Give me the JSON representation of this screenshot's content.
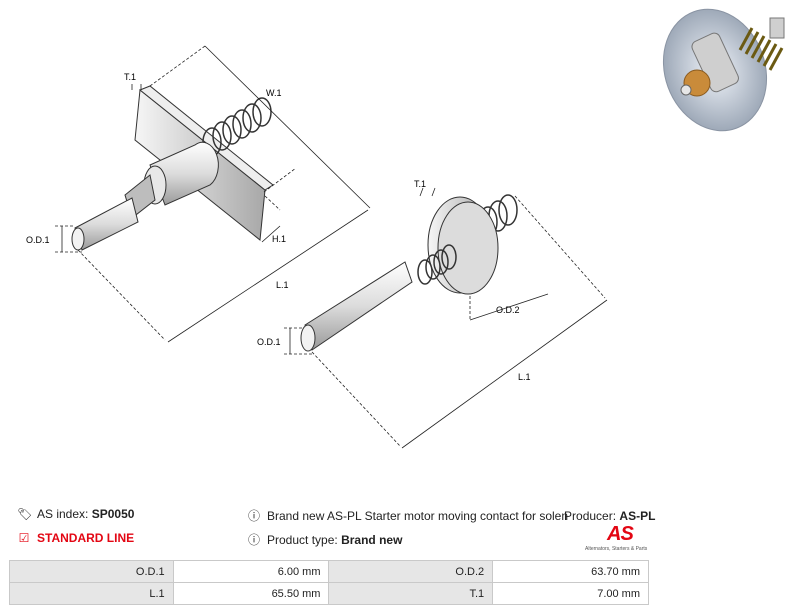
{
  "drawing": {
    "left_part": {
      "t1": "T.1",
      "w1": "W.1",
      "h1": "H.1",
      "od1": "O.D.1",
      "l1": "L.1"
    },
    "right_part": {
      "t1": "T.1",
      "od1": "O.D.1",
      "od2": "O.D.2",
      "l1": "L.1"
    }
  },
  "info": {
    "as_index_label": "AS index:",
    "as_index_value": "SP0050",
    "standard_line": "STANDARD LINE",
    "description": "Brand new AS-PL Starter motor moving contact for solen",
    "producer_label": "Producer:",
    "producer_value": "AS-PL",
    "product_type_label": "Product type:",
    "product_type_value": "Brand new"
  },
  "logo": {
    "mark": "AS",
    "tagline": "Alternators, Starters & Parts"
  },
  "specs": [
    {
      "label_a": "O.D.1",
      "value_a": "6.00 mm",
      "label_b": "O.D.2",
      "value_b": "63.70 mm"
    },
    {
      "label_a": "L.1",
      "value_a": "65.50 mm",
      "label_b": "T.1",
      "value_b": "7.00 mm"
    }
  ],
  "icons": {
    "tag": "tag-icon",
    "check": "check-square-icon",
    "info": "info-circle-icon"
  },
  "colors": {
    "accent": "#e30613",
    "label_bg": "#e6e6e6",
    "border": "#c9c9c9"
  }
}
